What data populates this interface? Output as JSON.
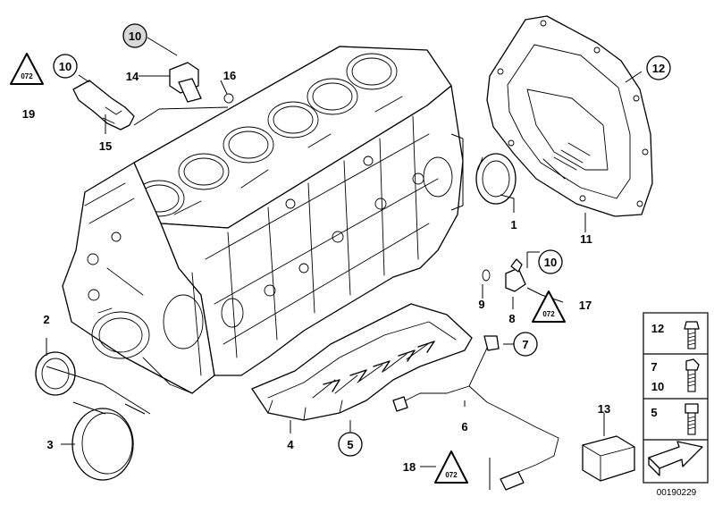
{
  "callouts": {
    "c1": "1",
    "c2": "2",
    "c3": "3",
    "c4": "4",
    "c5": "5",
    "c6": "6",
    "c7": "7",
    "c8": "8",
    "c9": "9",
    "c10a": "10",
    "c10b": "10",
    "c10c": "10",
    "c11": "11",
    "c12": "12",
    "c13": "13",
    "c14": "14",
    "c15": "15",
    "c16": "16",
    "c17": "17",
    "c18": "18",
    "c19": "19"
  },
  "legend": {
    "row1": "12",
    "row2a": "7",
    "row2b": "10",
    "row3": "5"
  },
  "warning_symbol_text": "072",
  "drawing_number": "00190229",
  "colors": {
    "line": "#000000",
    "background": "#ffffff",
    "circle_fill": "#d9d9d9"
  },
  "icons": [
    "warning-triangle-icon",
    "bolt-icon",
    "arrow-icon"
  ]
}
